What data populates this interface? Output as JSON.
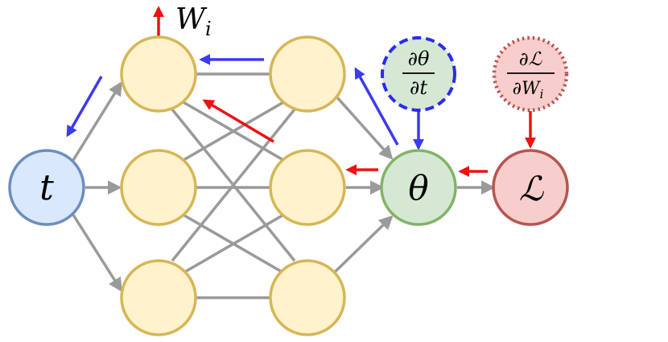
{
  "colors": {
    "edge": "#9a9a9a",
    "forward_arrow": "#3a3af0",
    "backward_arrow": "#ee1111",
    "hidden_fill": "#fff2cc",
    "hidden_stroke": "#d6b656",
    "input_fill": "#dae8fc",
    "input_stroke": "#6c8ebf",
    "theta_fill": "#d5e8d4",
    "theta_stroke": "#82b366",
    "loss_fill": "#f8cecc",
    "loss_stroke": "#b85450",
    "dtheta_stroke": "#2b2bef",
    "dL_stroke": "#b85450"
  },
  "labels": {
    "input": "t",
    "theta": "θ",
    "loss": "ℒ",
    "weight": "W",
    "weight_sub": "i",
    "dtheta_num": "∂θ",
    "dtheta_den": "∂t",
    "dL_num": "∂ℒ",
    "dL_den_main": "∂W",
    "dL_den_sub": "i"
  }
}
